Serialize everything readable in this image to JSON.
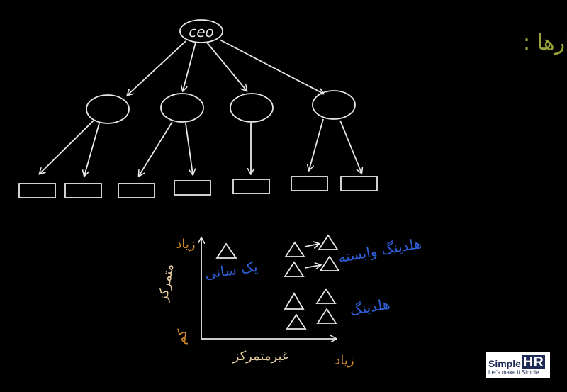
{
  "colors": {
    "background": "#000000",
    "stroke": "#e8e8e8",
    "title": "#9aa43a",
    "axis_label": "#e8cfa0",
    "axis_label_alt": "#d18a2a",
    "structure_label": "#2f5fd6"
  },
  "title": "ساختارها :",
  "org_chart": {
    "root_label": "ceo",
    "manager_count": 4,
    "staff_count": 7
  },
  "matrix": {
    "y_axis": {
      "high_label": "زیاد",
      "name": "متمرکز",
      "low_label": "کم"
    },
    "x_axis": {
      "name": "غیرمتمرکز",
      "high_label": "زیاد"
    },
    "structures": [
      {
        "label": "یک سانی",
        "shape": "triangle",
        "count": 1
      },
      {
        "label": "هلدینگ وابسته",
        "shape": "triangle-linked",
        "count": 4
      },
      {
        "label": "هلدینگ",
        "shape": "triangle",
        "count": 4
      }
    ]
  },
  "logo": {
    "brand_text": "Simple",
    "brand_accent": "HR",
    "tagline": "Let's make it Simple"
  }
}
